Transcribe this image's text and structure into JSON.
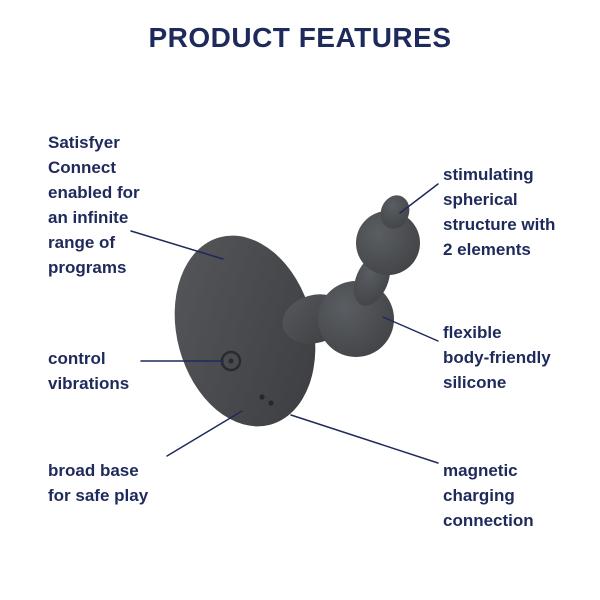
{
  "title": "PRODUCT FEATURES",
  "colors": {
    "text_navy": "#1e2a5b",
    "line_navy": "#1e2a5b",
    "product_dark": "#3a3c3f",
    "product_light": "#56585c",
    "background": "#ffffff"
  },
  "features": {
    "connect": {
      "text": "Satisfyer\nConnect\nenabled for\nan infinite\nrange of\nprograms"
    },
    "control": {
      "text": "control\nvibrations"
    },
    "broad_base": {
      "text": "broad base\nfor safe play"
    },
    "spherical": {
      "text": "stimulating\nspherical\nstructure with\n2 elements"
    },
    "flexible": {
      "text": "flexible\nbody-friendly\nsilicone"
    },
    "magnetic": {
      "text": "magnetic\ncharging\nconnection"
    }
  }
}
